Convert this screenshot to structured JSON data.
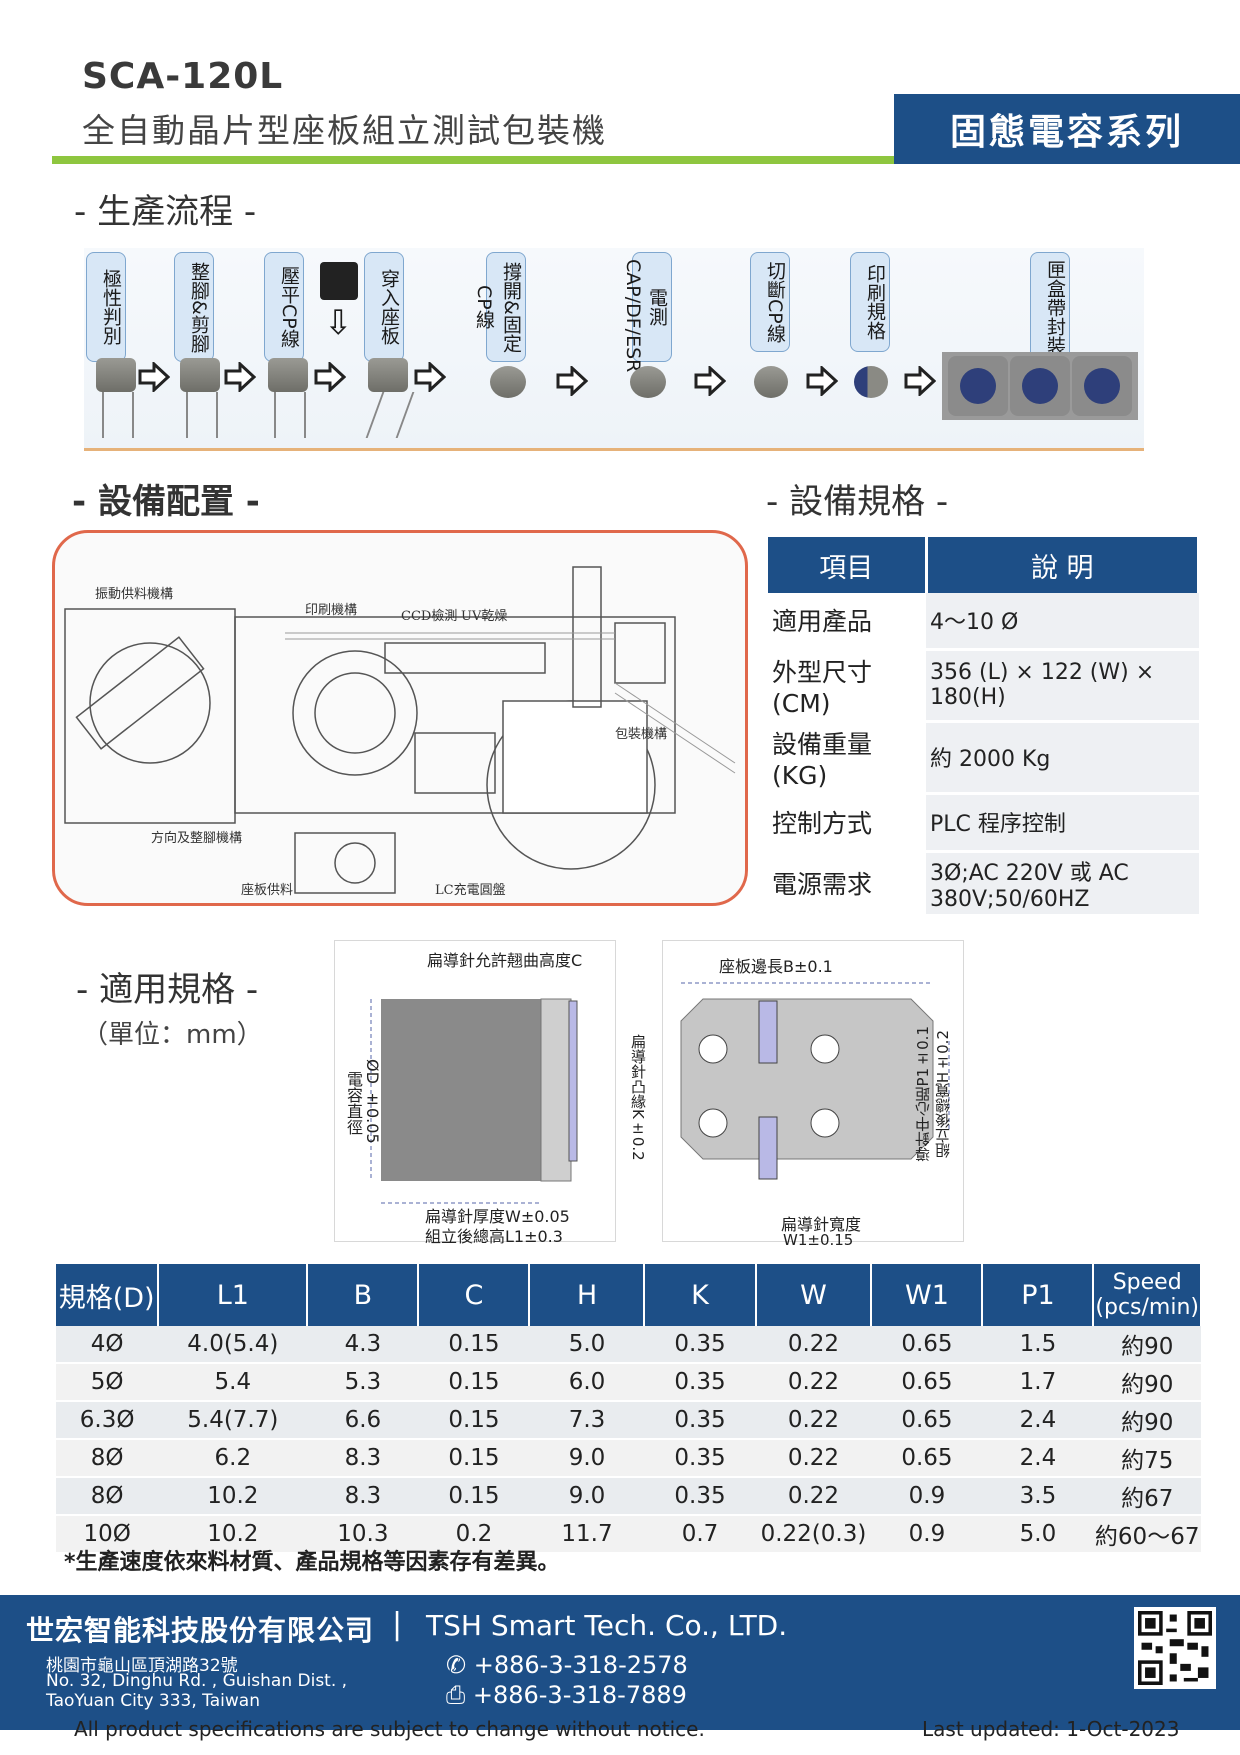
{
  "header": {
    "model": "SCA-120L",
    "subtitle": "全自動晶片型座板組立測試包裝機",
    "series": "固態電容系列"
  },
  "sections": {
    "process": "- 生產流程 -",
    "layout": "- 設備配置 -",
    "spec": "- 設備規格 -",
    "applicable": "- 適用規格 -",
    "unit": "（單位：mm）"
  },
  "process_steps": [
    "極性判別",
    "整腳&剪腳",
    "壓平CP線",
    "穿入座板",
    "撐開&固定CP線",
    "電測CAP/DF/ESR",
    "切斷CP線",
    "印刷規格",
    "匣盒帶封裝"
  ],
  "layout_labels": {
    "vibrate": "振動供料機構",
    "print": "印刷機構",
    "ccd": "CCD檢測",
    "uv": "UV乾燥",
    "pack": "包裝機構",
    "direction": "方向及整腳機構",
    "board": "座板供料",
    "lc": "LC充電圓盤"
  },
  "spec_table": {
    "header_item": "項目",
    "header_desc": "說 明",
    "rows": [
      {
        "k": "適用產品",
        "v": "4～10 Ø"
      },
      {
        "k": "外型尺寸(CM)",
        "v": "356 (L) × 122 (W) × 180(H)"
      },
      {
        "k": "設備重量(KG)",
        "v": "約 2000 Kg"
      },
      {
        "k": "控制方式",
        "v": "PLC 程序控制"
      },
      {
        "k": "電源需求",
        "v": "3Ø;AC 220V 或 AC 380V;50/60HZ"
      }
    ]
  },
  "diagram_labels": {
    "c_label": "扁導針允許翹曲高度C",
    "d_label": "電容直徑",
    "d_tol": "ØD ±0.05",
    "w_label": "扁導針厚度W±0.05",
    "l1_label": "組立後總高L1±0.3",
    "k_label": "扁導針凸緣K±0.2",
    "b_label": "座板邊長B±0.1",
    "w1_label1": "扁導針寬度",
    "w1_label2": "W1±0.15",
    "p1_label": "導針中心距P1±0.1",
    "h_label": "組立後總寬H±0.2"
  },
  "dim_table": {
    "headers": [
      "規格(D)",
      "L1",
      "B",
      "C",
      "H",
      "K",
      "W",
      "W1",
      "P1"
    ],
    "speed_header1": "Speed",
    "speed_header2": "(pcs/min)",
    "rows": [
      [
        "4Ø",
        "4.0(5.4)",
        "4.3",
        "0.15",
        "5.0",
        "0.35",
        "0.22",
        "0.65",
        "1.5",
        "約90"
      ],
      [
        "5Ø",
        "5.4",
        "5.3",
        "0.15",
        "6.0",
        "0.35",
        "0.22",
        "0.65",
        "1.7",
        "約90"
      ],
      [
        "6.3Ø",
        "5.4(7.7)",
        "6.6",
        "0.15",
        "7.3",
        "0.35",
        "0.22",
        "0.65",
        "2.4",
        "約90"
      ],
      [
        "8Ø",
        "6.2",
        "8.3",
        "0.15",
        "9.0",
        "0.35",
        "0.22",
        "0.65",
        "2.4",
        "約75"
      ],
      [
        "8Ø",
        "10.2",
        "8.3",
        "0.15",
        "9.0",
        "0.35",
        "0.22",
        "0.9",
        "3.5",
        "約67"
      ],
      [
        "10Ø",
        "10.2",
        "10.3",
        "0.2",
        "11.7",
        "0.7",
        "0.22(0.3)",
        "0.9",
        "5.0",
        "約60～67"
      ]
    ],
    "note": "*生產速度依來料材質、產品規格等因素存有差異。"
  },
  "footer": {
    "company_cn": "世宏智能科技股份有限公司",
    "separator": "|",
    "company_en": "TSH Smart Tech. Co., LTD.",
    "addr_cn": "桃園市龜山區頂湖路32號",
    "addr_en1": "No. 32, Dinghu Rd. , Guishan Dist. ,",
    "addr_en2": "TaoYuan City 333, Taiwan",
    "phone": "+886-3-318-2578",
    "fax": "+886-3-318-7889",
    "disclaimer": "All product specifications are subject to change without notice.",
    "updated": "Last updated: 1-Oct-2023"
  },
  "colors": {
    "brand_blue": "#1d4f87",
    "accent_green": "#8ec63f",
    "frame_red": "#e0684b"
  }
}
